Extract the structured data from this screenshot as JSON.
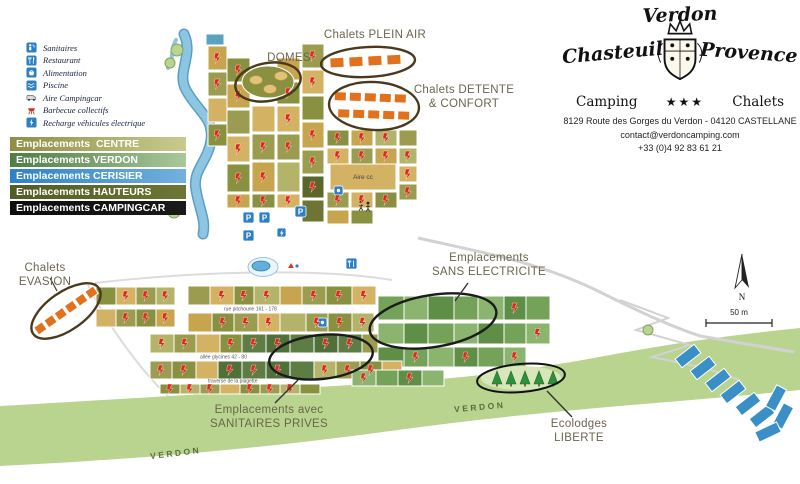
{
  "legend": {
    "items": [
      {
        "icon": "sanitaires-icon",
        "label": "Sanitaires"
      },
      {
        "icon": "restaurant-icon",
        "label": "Restaurant"
      },
      {
        "icon": "alimentation-icon",
        "label": "Alimentation"
      },
      {
        "icon": "piscine-icon",
        "label": "Piscine"
      },
      {
        "icon": "aire-campingcar-icon",
        "label": "Aire Campingcar"
      },
      {
        "icon": "barbecue-icon",
        "label": "Barbecue collectifs"
      },
      {
        "icon": "ev-charge-icon",
        "label": "Recharge véhicules électrique"
      }
    ]
  },
  "zones": {
    "items": [
      {
        "label": "Emplacements  CENTRE",
        "colors": [
          "#8d8f45",
          "#c9cb8e"
        ]
      },
      {
        "label": "Emplacements VERDON",
        "colors": [
          "#4f7d44",
          "#a9c79b"
        ]
      },
      {
        "label": "Emplacements CERISIER",
        "colors": [
          "#2e82c4",
          "#71b1dd"
        ]
      },
      {
        "label": "Emplacements HAUTEURS",
        "colors": [
          "#515b24",
          "#6c7634"
        ]
      },
      {
        "label": "Emplacements CAMPINGCAR",
        "colors": [
          "#0d0d0d",
          "#1a1a1a"
        ]
      }
    ]
  },
  "brand": {
    "script_left": "Chasteuil",
    "script_top": "Verdon",
    "script_right": "Provence",
    "camping": "Camping",
    "stars": "★★★",
    "chalets": "Chalets",
    "address": "8129 Route des Gorges du Verdon - 04120 CASTELLANE",
    "email": "contact@verdoncamping.com",
    "phone": "+33 (0)4 92 83 61 21"
  },
  "map_labels": {
    "plein_air": "Chalets PLEIN AIR",
    "domes": "DOMES",
    "detente_1": "Chalets DETENTE",
    "detente_2": "& CONFORT",
    "evasion": "Chalets EVASION",
    "sans_elec_1": "Emplacements",
    "sans_elec_2": "SANS ELECTRICITE",
    "sanitaires_1": "Emplacements avec",
    "sanitaires_2": "SANITAIRES PRIVES",
    "ecolodges_1": "Ecolodges",
    "ecolodges_2": "LIBERTE"
  },
  "map_texts": {
    "verdon": "VERDON",
    "aire_cc": "Aire cc",
    "north": "N",
    "scale": "50 m",
    "parking_letter": "P",
    "street_1": "rue pitchoune 161 - 178",
    "street_2": "allée glycines 42 - 80",
    "street_3": "traverse de la plagette"
  },
  "palette": {
    "T": "#c7a44e",
    "T2": "#d4b264",
    "O": "#9b9c4f",
    "O2": "#899040",
    "O3": "#b3b46a",
    "D": "#6e7434",
    "D2": "#5c652c",
    "G": "#74a258",
    "G2": "#8bb56e",
    "G3": "#5f8e47",
    "S": "#5e7d44",
    "S2": "#507039",
    "chalet": "#e2711d",
    "bolt": "#e02818",
    "blue_parcel": "#3a8fc7",
    "river": "#8cc6e2",
    "river_edge": "#5d9dc4",
    "band": "#b9d48e",
    "icon_blue": "#2d7fc3",
    "tree": "#2f8f3c"
  }
}
